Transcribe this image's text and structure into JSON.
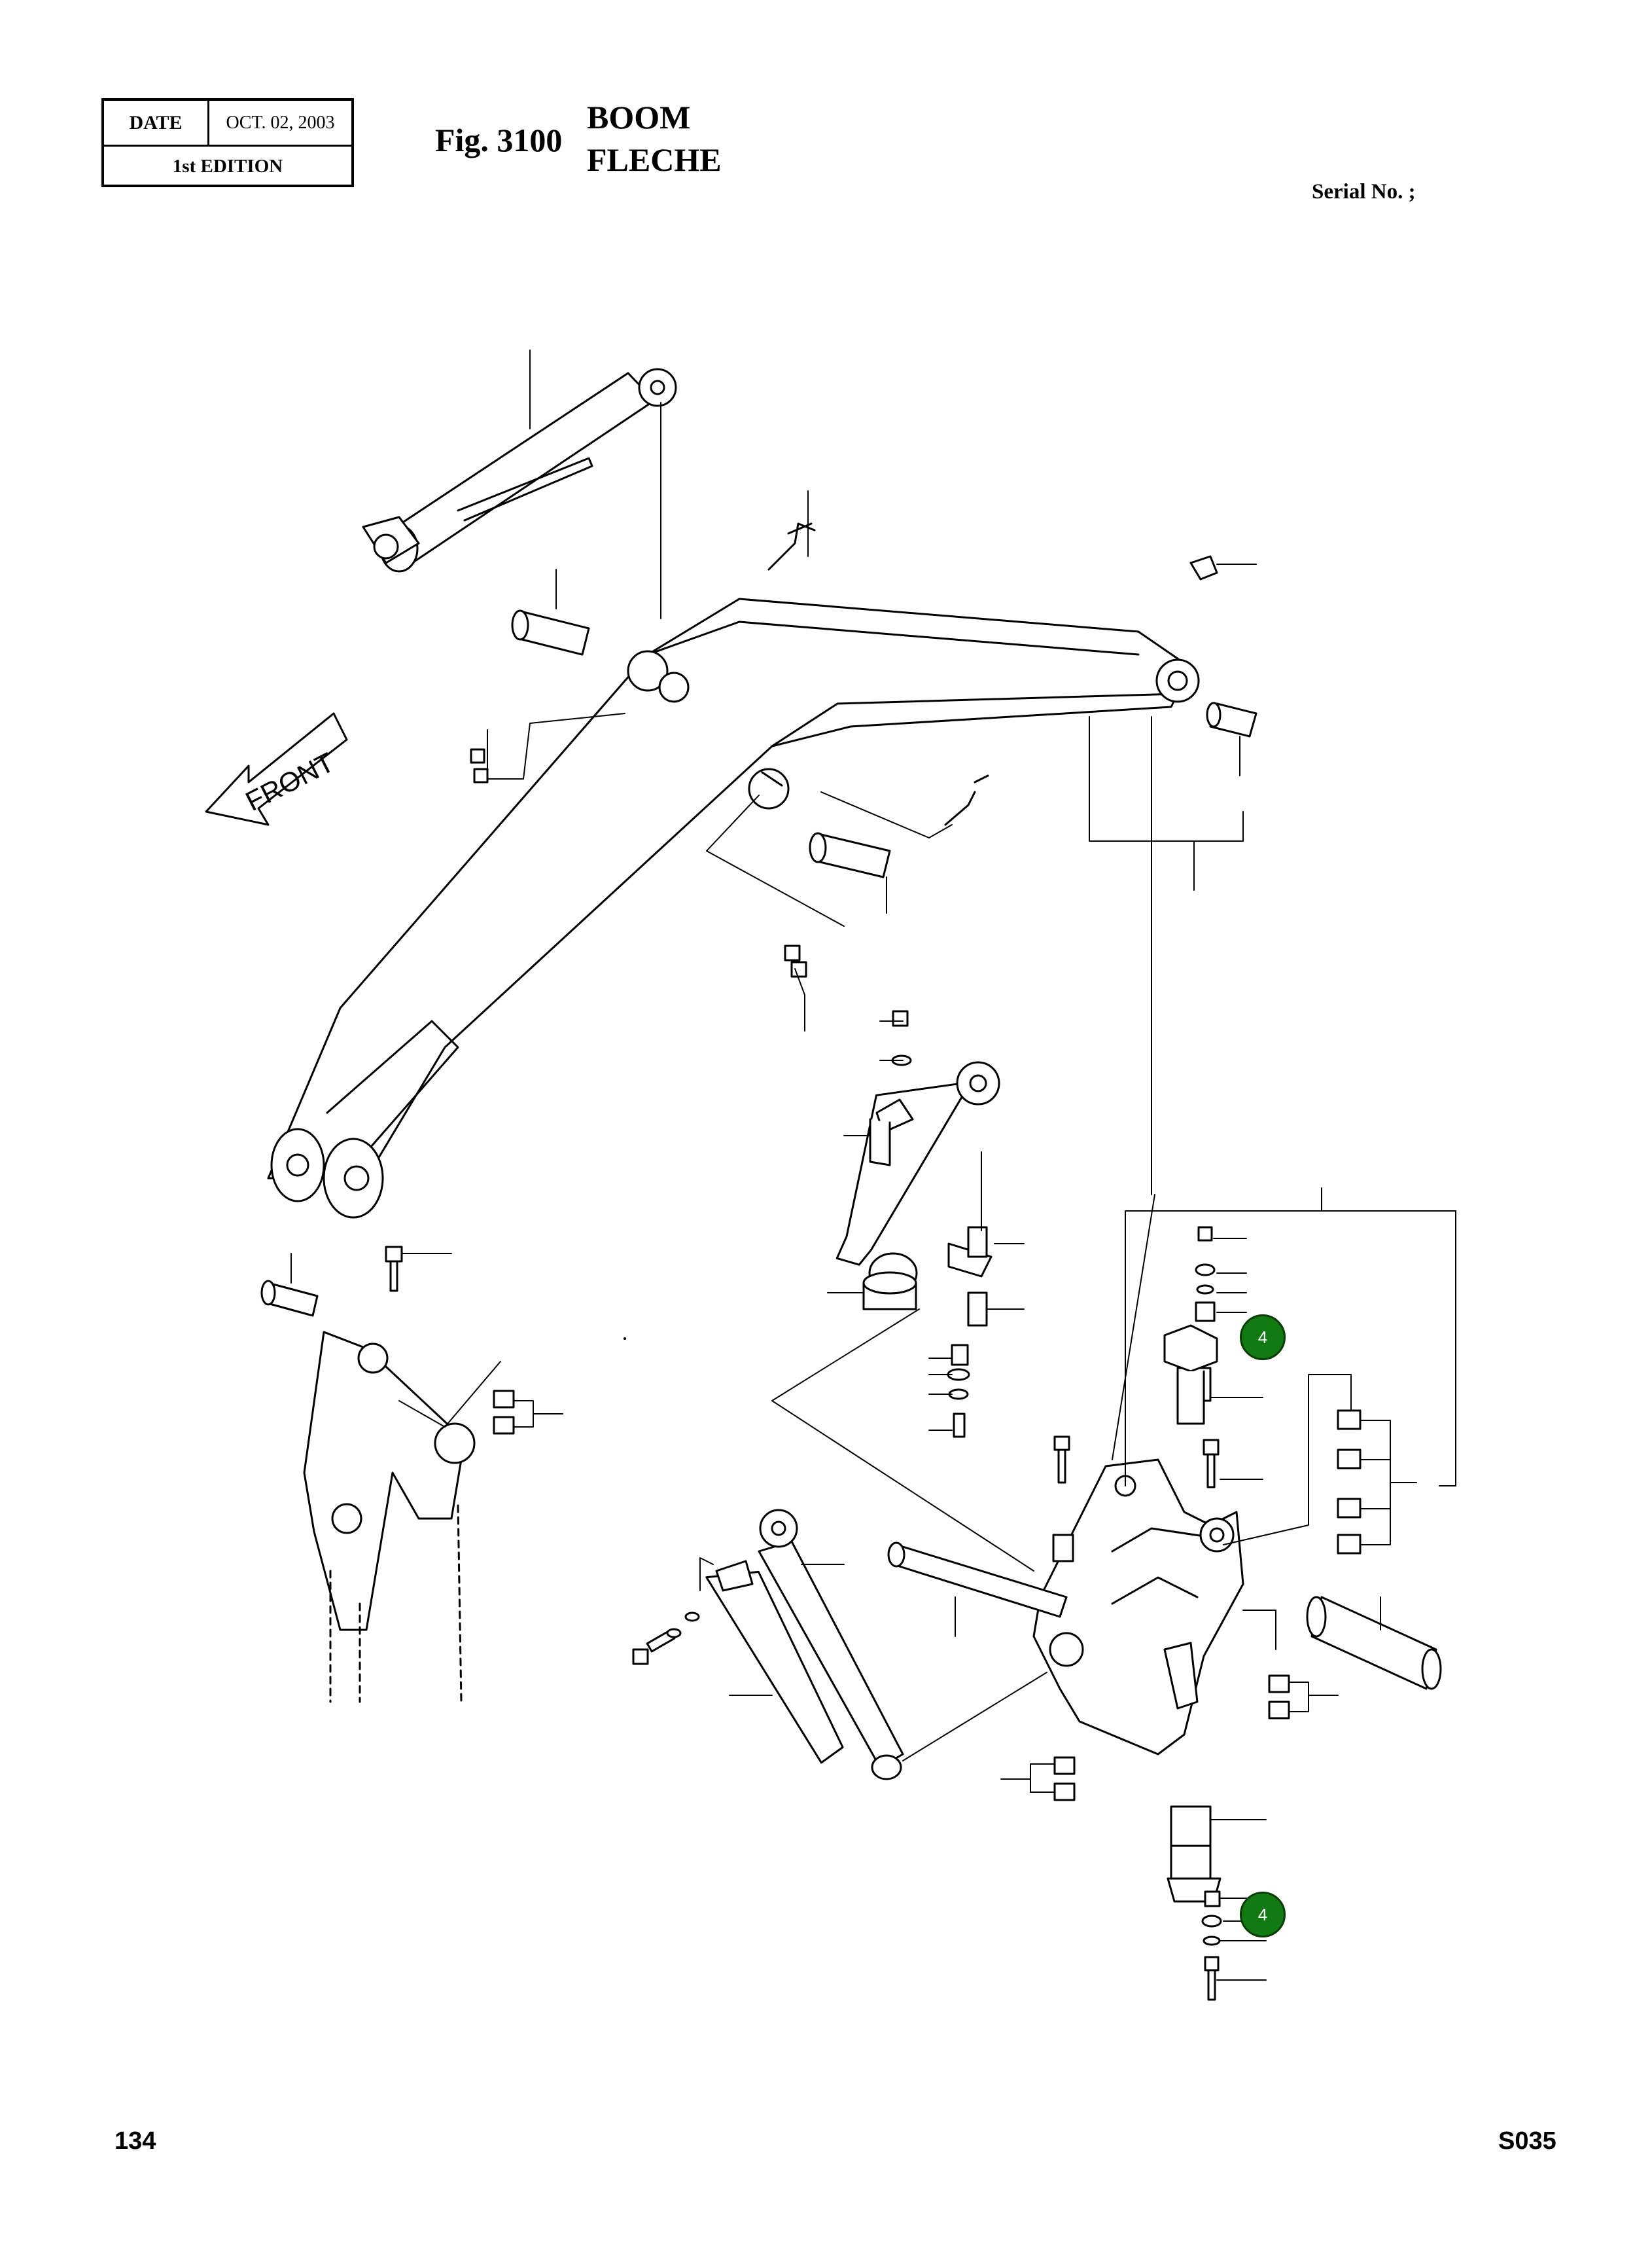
{
  "header": {
    "date_label": "DATE",
    "date_value": "OCT. 02, 2003",
    "edition": "1st EDITION",
    "figure": "Fig. 3100",
    "title_en": "BOOM",
    "title_fr": "FLECHE",
    "serial": "Serial No. ;"
  },
  "diagram": {
    "front_label": "FRONT",
    "callouts": [
      {
        "label": "4"
      },
      {
        "label": "4"
      }
    ]
  },
  "footer": {
    "page_number": "134",
    "code": "S035"
  }
}
